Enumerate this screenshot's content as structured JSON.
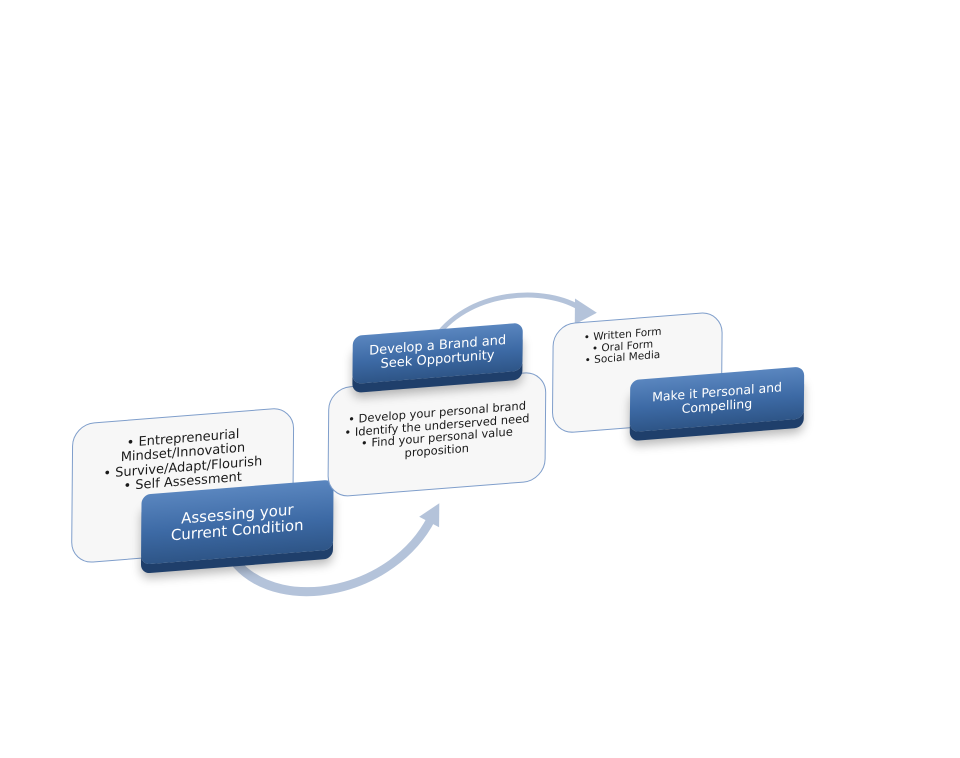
{
  "diagram": {
    "steps": [
      {
        "label": "Assessing your\nCurrent Condition",
        "bullets": [
          "Entrepreneurial Mindset/Innovation",
          "Survive/Adapt/Flourish",
          "Self Assessment"
        ]
      },
      {
        "label": "Develop a Brand and\nSeek Opportunity",
        "bullets": [
          "Develop your personal brand",
          "Identify the underserved need",
          "Find your  personal value proposition"
        ]
      },
      {
        "label": "Make it Personal and\nCompelling",
        "bullets": [
          "Written Form",
          "Oral Form",
          "Social Media"
        ]
      }
    ],
    "colors": {
      "label_fill": "#3d6aa5",
      "label_shadow": "#1f3f6b",
      "card_border": "#7f9ecb",
      "arrow": "#b4c3da"
    }
  }
}
